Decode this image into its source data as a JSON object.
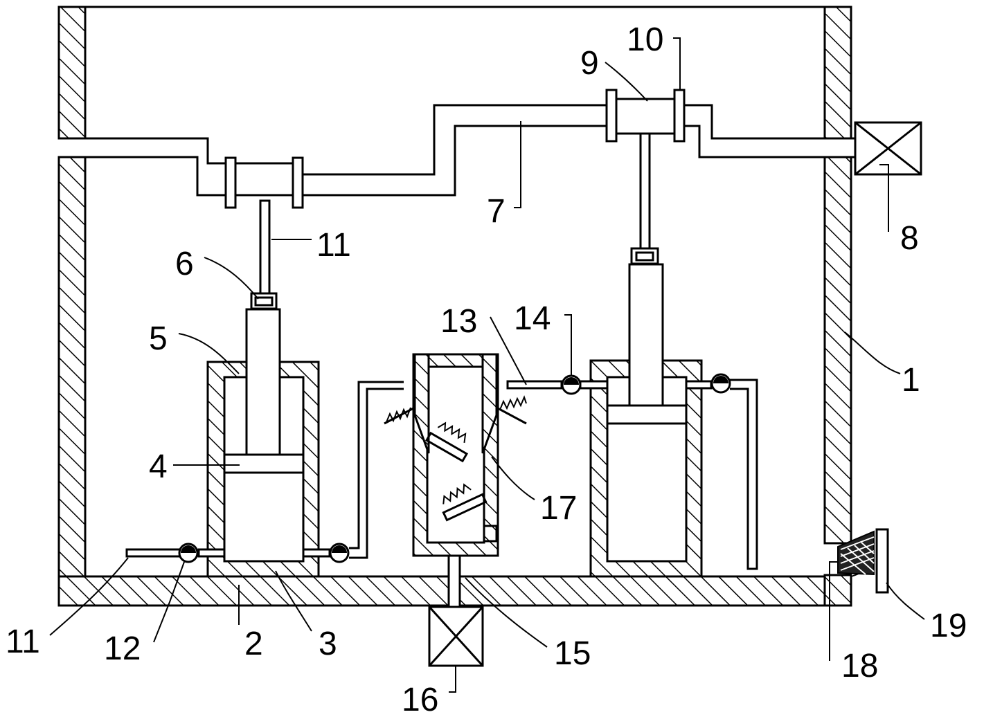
{
  "labels": {
    "l1": "1",
    "l2": "2",
    "l3": "3",
    "l4": "4",
    "l5": "5",
    "l6": "6",
    "l7": "7",
    "l8": "8",
    "l9": "9",
    "l10": "10",
    "l11_upper": "11",
    "l11_lower": "11",
    "l12": "12",
    "l13": "13",
    "l14": "14",
    "l15": "15",
    "l16": "16",
    "l17": "17",
    "l18": "18",
    "l19": "19"
  }
}
